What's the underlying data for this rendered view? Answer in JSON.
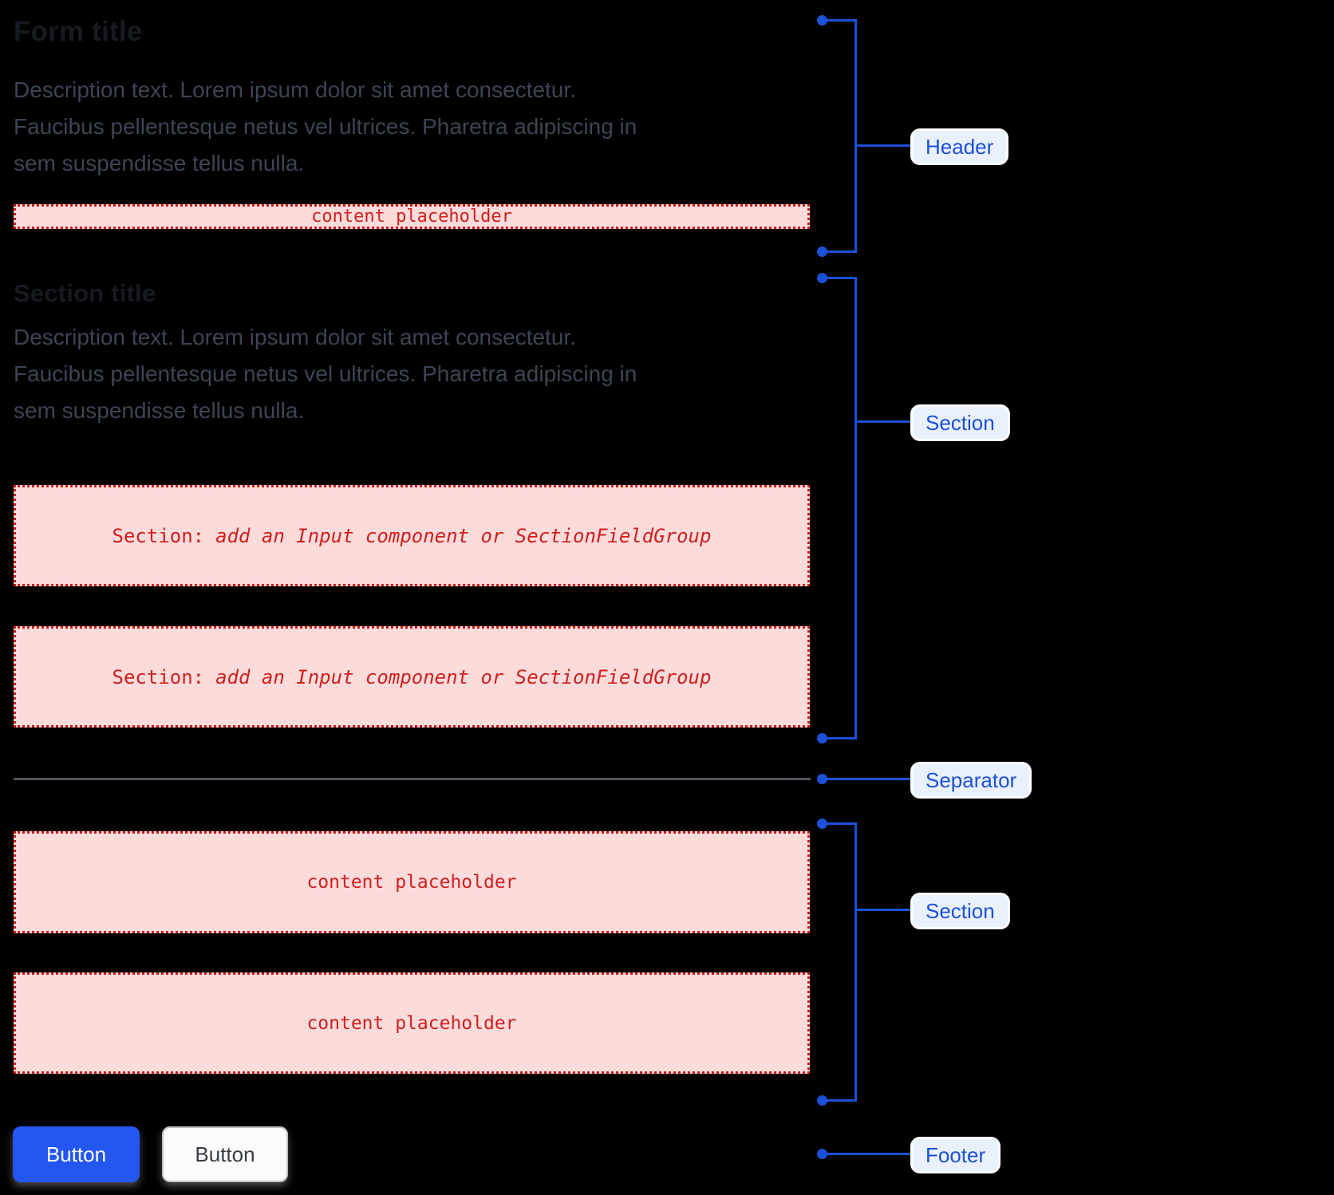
{
  "form": {
    "title": "Form title",
    "description": "Description text. Lorem ipsum dolor sit amet consectetur.\nFaucibus pellentesque netus vel ultrices. Pharetra adipiscing in\nsem suspendisse tellus nulla.",
    "header_content_placeholder": "content placeholder",
    "section": {
      "title": "Section title",
      "description": "Description text. Lorem ipsum dolor sit amet consectetur.\nFaucibus pellentesque netus vel ultrices. Pharetra adipiscing in\nsem suspendisse tellus nulla.",
      "field_group_placeholders": [
        {
          "prefix": "Section:",
          "text": "add an Input component or SectionFieldGroup"
        },
        {
          "prefix": "Section:",
          "text": "add an Input component or SectionFieldGroup"
        }
      ]
    },
    "second_section": {
      "content_placeholders": [
        "content placeholder",
        "content placeholder"
      ]
    },
    "footer": {
      "primary_button_label": "Button",
      "secondary_button_label": "Button"
    }
  },
  "annotations": {
    "header_label": "Header",
    "section_label": "Section",
    "separator_label": "Separator",
    "second_section_label": "Section",
    "footer_label": "Footer"
  },
  "colors": {
    "annotation_blue": "#1C50D8",
    "annotation_pill_bg": "#EAF1FE",
    "annotation_pill_ring": "#FFFFFF",
    "placeholder_red": "#D11F1F",
    "placeholder_border_red": "#CE1C1C",
    "placeholder_bg_pink": "#FCDBDB",
    "primary_button_blue": "#2456F0",
    "secondary_button_bg": "#FBFBFB",
    "separator_gray": "#53565E",
    "title_text": "#171A21",
    "body_text": "#3D4453",
    "background": "#000000"
  }
}
